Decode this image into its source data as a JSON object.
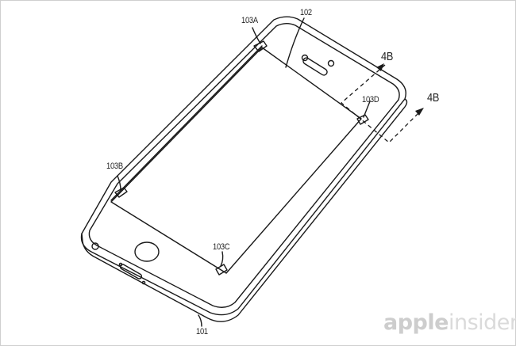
{
  "figure": {
    "type": "patent-drawing",
    "subject": "phone device with cover glass and attachment points",
    "labels": {
      "device": "101",
      "cover_glass": "102",
      "clip_a": "103A",
      "clip_b": "103B",
      "clip_c": "103C",
      "clip_d": "103D",
      "section_top": "4B",
      "section_right": "4B"
    }
  },
  "watermark": {
    "brand_bold": "apple",
    "brand_light": "insider"
  }
}
